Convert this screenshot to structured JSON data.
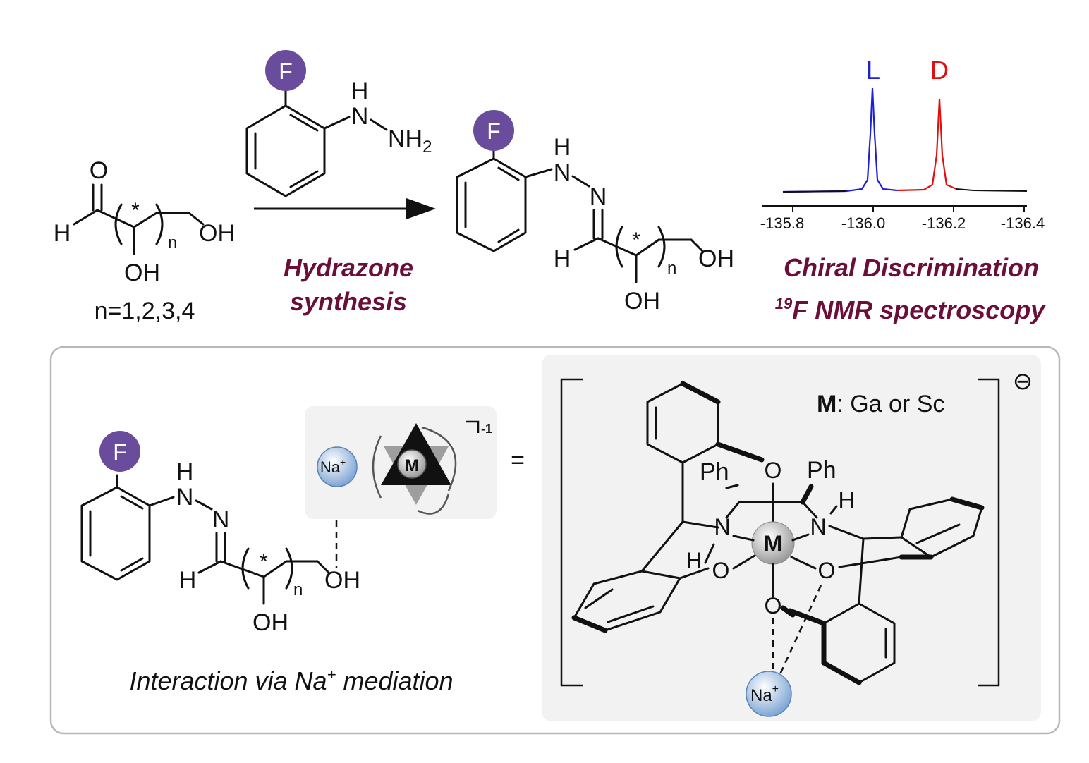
{
  "reaction": {
    "aldose": {
      "aldehyde_o": "O",
      "h": "H",
      "star": "*",
      "n_sub": "n",
      "oh_end": "OH",
      "oh_side": "OH",
      "n_values": "n=1,2,3,4"
    },
    "reagent": {
      "f_badge": "F",
      "nh_h": "H",
      "nh_n": "N",
      "nh2": "NH",
      "nh2_sub": "2"
    },
    "arrow_label": {
      "line1": "Hydrazone",
      "line2": "synthesis"
    },
    "product": {
      "f_badge": "F",
      "nh_h": "H",
      "n1": "N",
      "n2": "N",
      "h": "H",
      "star": "*",
      "n_sub": "n",
      "oh_end": "OH",
      "oh_side": "OH"
    }
  },
  "nmr": {
    "peak_labels": [
      {
        "text": "L",
        "color": "#1f1fd6"
      },
      {
        "text": "D",
        "color": "#e01010"
      }
    ],
    "axis_ticks": [
      "-135.8",
      "-136.0",
      "-136.2",
      "-136.4"
    ],
    "caption1": "Chiral Discrimination",
    "caption2_sup": "19",
    "caption2": "F NMR spectroscopy"
  },
  "bottom_panel": {
    "left": {
      "f_badge": "F",
      "nh_h": "H",
      "n1": "N",
      "n2": "N",
      "h": "H",
      "star": "*",
      "n_sub": "n",
      "oh_end": "OH",
      "oh_side": "OH",
      "na_label": "Na",
      "na_sup": "+",
      "m_label": "M",
      "charge": "-1",
      "caption_a": "Interaction via Na",
      "caption_sup": "+",
      "caption_b": " mediation"
    },
    "equals": "=",
    "complex": {
      "m_legend_bold": "M",
      "m_legend_rest": ": Ga or Sc",
      "charge_symbol": "⊖",
      "ph1": "Ph",
      "ph2": "Ph",
      "o_top": "O",
      "o_left": "O",
      "o_right": "O",
      "o_bottom": "O",
      "n_left": "N",
      "n_right": "N",
      "h_left": "H",
      "h_right": "H",
      "m_center": "M",
      "na_label": "Na",
      "na_sup": "+"
    }
  },
  "colors": {
    "f_badge": "#6a4c9c",
    "maroon": "#6b0f3a",
    "panel_border": "#b8b8b8",
    "panel_fill": "#f2f2f2"
  }
}
